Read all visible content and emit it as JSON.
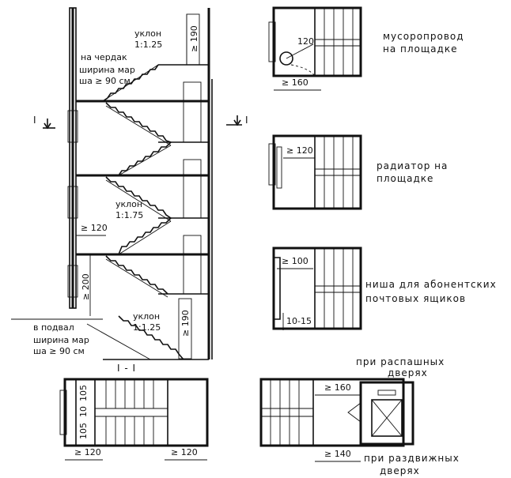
{
  "labels": {
    "slope_top": "уклон",
    "slope_top_ratio": "1:1.25",
    "attic": "на чердак",
    "flight_width_top_1": "ширина мар",
    "flight_width_top_2": "ша ≥ 90 см",
    "slope_mid": "уклон",
    "slope_mid_ratio": "1:1.75",
    "basement": "в подвал",
    "flight_width_bot_1": "ширина мар",
    "flight_width_bot_2": "ша ≥ 90 см",
    "slope_bot": "уклон",
    "slope_bot_ratio": "1:1.25",
    "section_left": "I",
    "section_right": "I",
    "section_title": "I - I"
  },
  "dimensions": {
    "h190_top": "≥ 190",
    "w120_mid": "≥ 120",
    "h200": "≥ 200",
    "h190_bot": "≥ 190",
    "plan_105_a": "105",
    "plan_10": "10",
    "plan_105_b": "105",
    "plan_120_left": "≥ 120",
    "plan_120_right": "≥ 120",
    "chute_120": "120",
    "chute_160": "≥ 160",
    "radiator_120": "≥ 120",
    "niche_100": "≥ 100",
    "niche_10_15": "10-15",
    "door_160": "≥ 160",
    "door_140": "≥ 140"
  },
  "captions": {
    "chute_1": "мусоропровод",
    "chute_2": "на площадке",
    "radiator_1": "радиатор на",
    "radiator_2": "площадке",
    "niche_1": "ниша для абонентских",
    "niche_2": "почтовых ящиков",
    "door_swing_1": "при распашных",
    "door_swing_2": "дверях",
    "door_slide_1": "при раздвижных",
    "door_slide_2": "дверях"
  }
}
